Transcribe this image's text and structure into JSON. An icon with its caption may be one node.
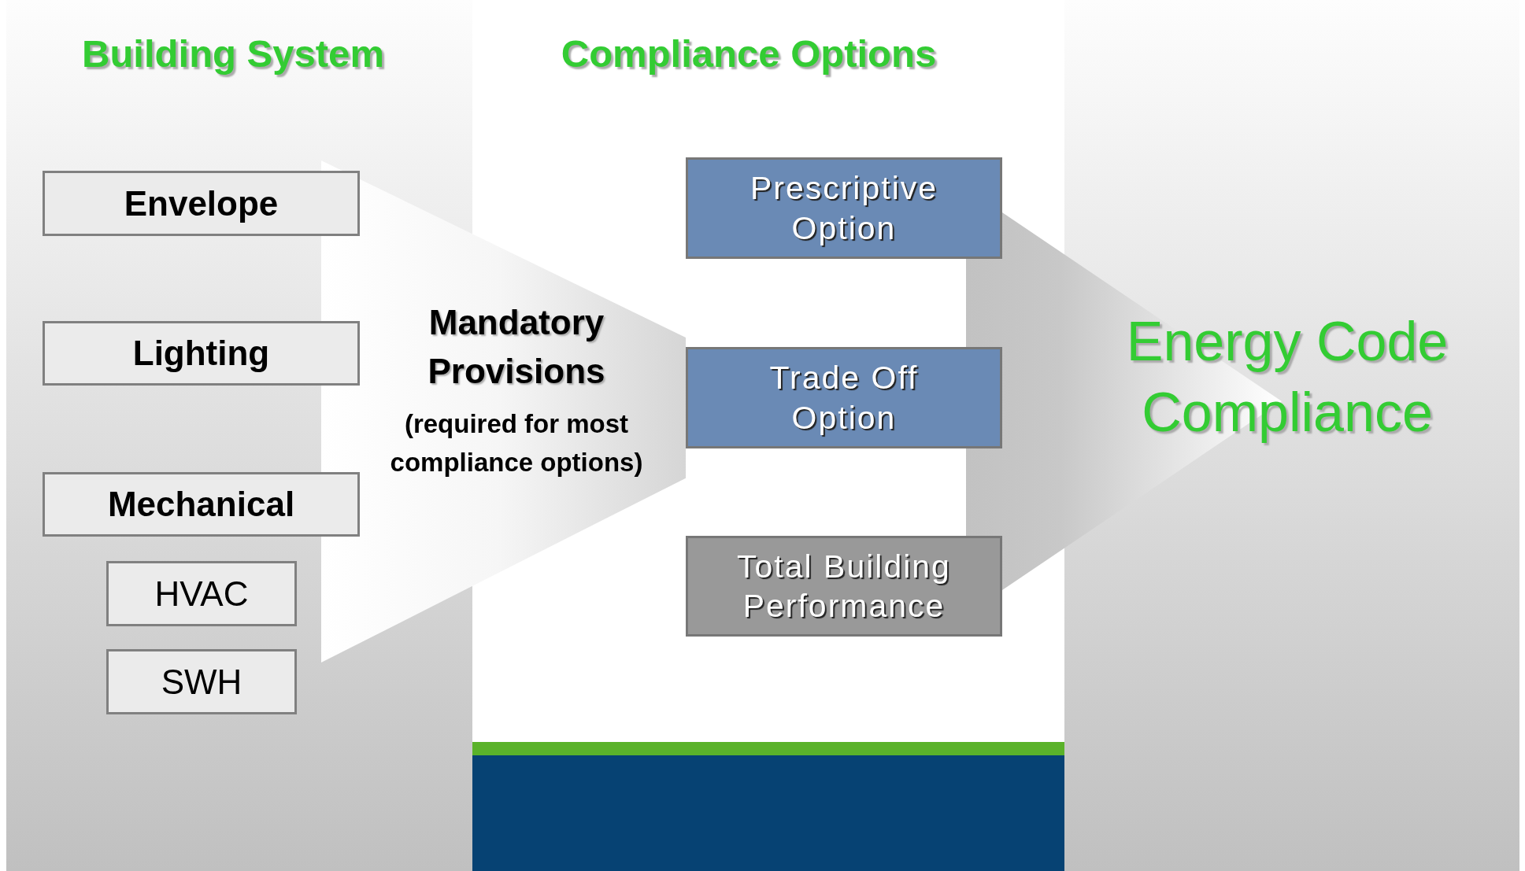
{
  "diagram": {
    "nodes": [
      {
        "text": [
          "Envelope"
        ]
      },
      {
        "text": [
          "Lighting"
        ]
      },
      {
        "text": [
          "Mechanical"
        ]
      },
      {
        "text": [
          "HVAC"
        ]
      },
      {
        "text": [
          "SWH"
        ]
      },
      {
        "text": [
          "Mandatory Provisions",
          "(required for most compliance options)"
        ]
      },
      {
        "text": [
          "Prescriptive Option"
        ]
      },
      {
        "text": [
          "Trade Off Option"
        ]
      },
      {
        "text": [
          "Total Building Performance"
        ]
      },
      {
        "text": [
          "Energy Code Compliance"
        ]
      }
    ],
    "labels": [
      "Building System",
      "Compliance Options"
    ]
  }
}
